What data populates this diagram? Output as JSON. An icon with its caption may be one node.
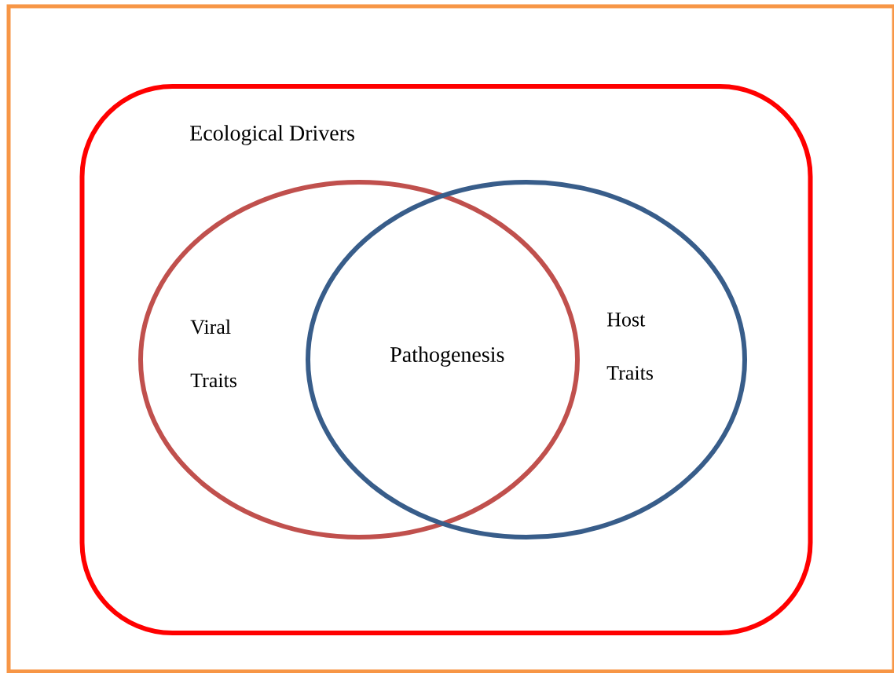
{
  "diagram": {
    "nodes": [
      {
        "text": [
          "Ecological Drivers"
        ]
      },
      {
        "text": [
          "Viral Traits"
        ],
        "in": 0
      },
      {
        "text": [
          "Host Traits"
        ],
        "in": 0
      }
    ],
    "labels": [
      "Pathogenesis"
    ]
  }
}
